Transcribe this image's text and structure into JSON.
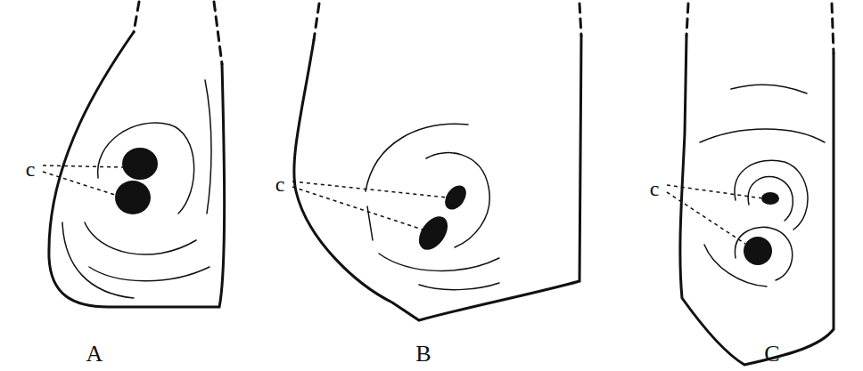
{
  "diagram": {
    "labels": [
      "c",
      "A",
      "c",
      "B",
      "c",
      "C"
    ]
  }
}
